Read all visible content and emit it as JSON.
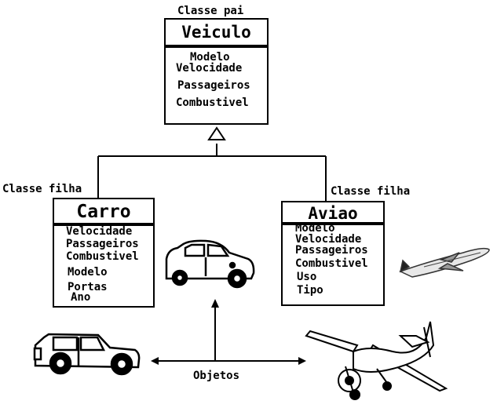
{
  "parent": {
    "caption": "Classe pai",
    "title": "Veiculo",
    "attributes": [
      "Modelo",
      "Velocidade",
      "Passageiros",
      "Combustivel"
    ]
  },
  "carro": {
    "caption": "Classe filha",
    "title": "Carro",
    "attributes": [
      "Velocidade",
      "Passageiros",
      "Combustivel",
      "Modelo",
      "Portas",
      "Ano"
    ]
  },
  "aviao": {
    "caption": "Classe filha",
    "title": "Aviao",
    "attributes": [
      "Modelo",
      "Velocidade",
      "Passageiros",
      "Combustivel",
      "Uso",
      "Tipo"
    ]
  },
  "objects_label": "Objetos",
  "icons": [
    "classic-car-icon",
    "jetliner-icon",
    "jeep-icon",
    "small-plane-icon"
  ]
}
